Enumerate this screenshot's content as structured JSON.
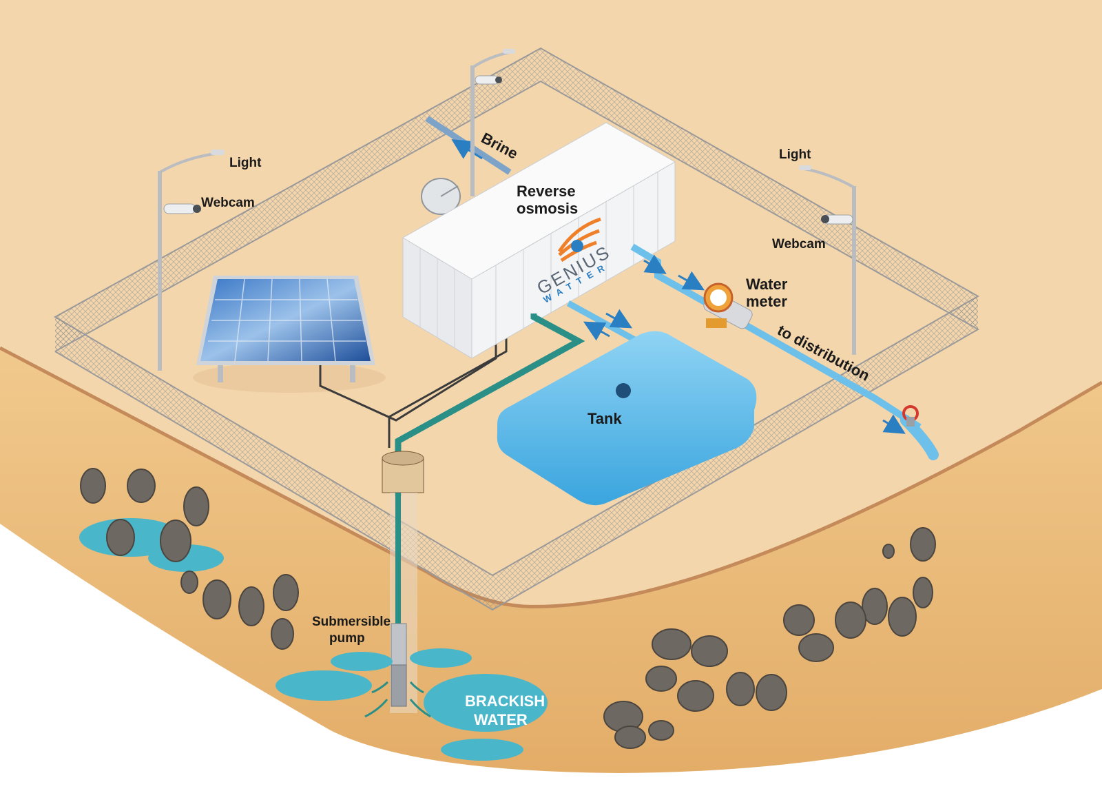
{
  "labels": {
    "light_left": "Light",
    "webcam_left": "Webcam",
    "brine": "Brine",
    "reverse_osmosis_line1": "Reverse",
    "reverse_osmosis_line2": "osmosis",
    "light_right": "Light",
    "webcam_right": "Webcam",
    "water_meter_line1": "Water",
    "water_meter_line2": "meter",
    "to_distribution": "to distribution",
    "tank": "Tank",
    "submersible_pump_line1": "Submersible",
    "submersible_pump_line2": "pump",
    "brackish_water_line1": "BRACKISH",
    "brackish_water_line2": "WATER"
  },
  "brand": {
    "name": "GENIUS",
    "sub": "WATTER"
  },
  "colors": {
    "ground": "#f4d6ad",
    "soil": "#e8b776",
    "fresh_pipe": "#6cc0ea",
    "raw_pipe": "#2a8f86",
    "brine_pipe": "#7ea3c8",
    "tank": "#5fbbe8",
    "water_pool": "#4ab6c9",
    "panel": "#2358a8",
    "container": "#f4f4f4",
    "fence": "#8c8c8c",
    "rock": "#6e6862"
  },
  "icons": [
    "solar-panel-icon",
    "container-icon",
    "satellite-dish-icon",
    "light-pole-icon",
    "webcam-icon",
    "water-meter-icon",
    "valve-icon",
    "tank-icon",
    "wellhead-icon",
    "pump-icon",
    "rock-icon"
  ]
}
